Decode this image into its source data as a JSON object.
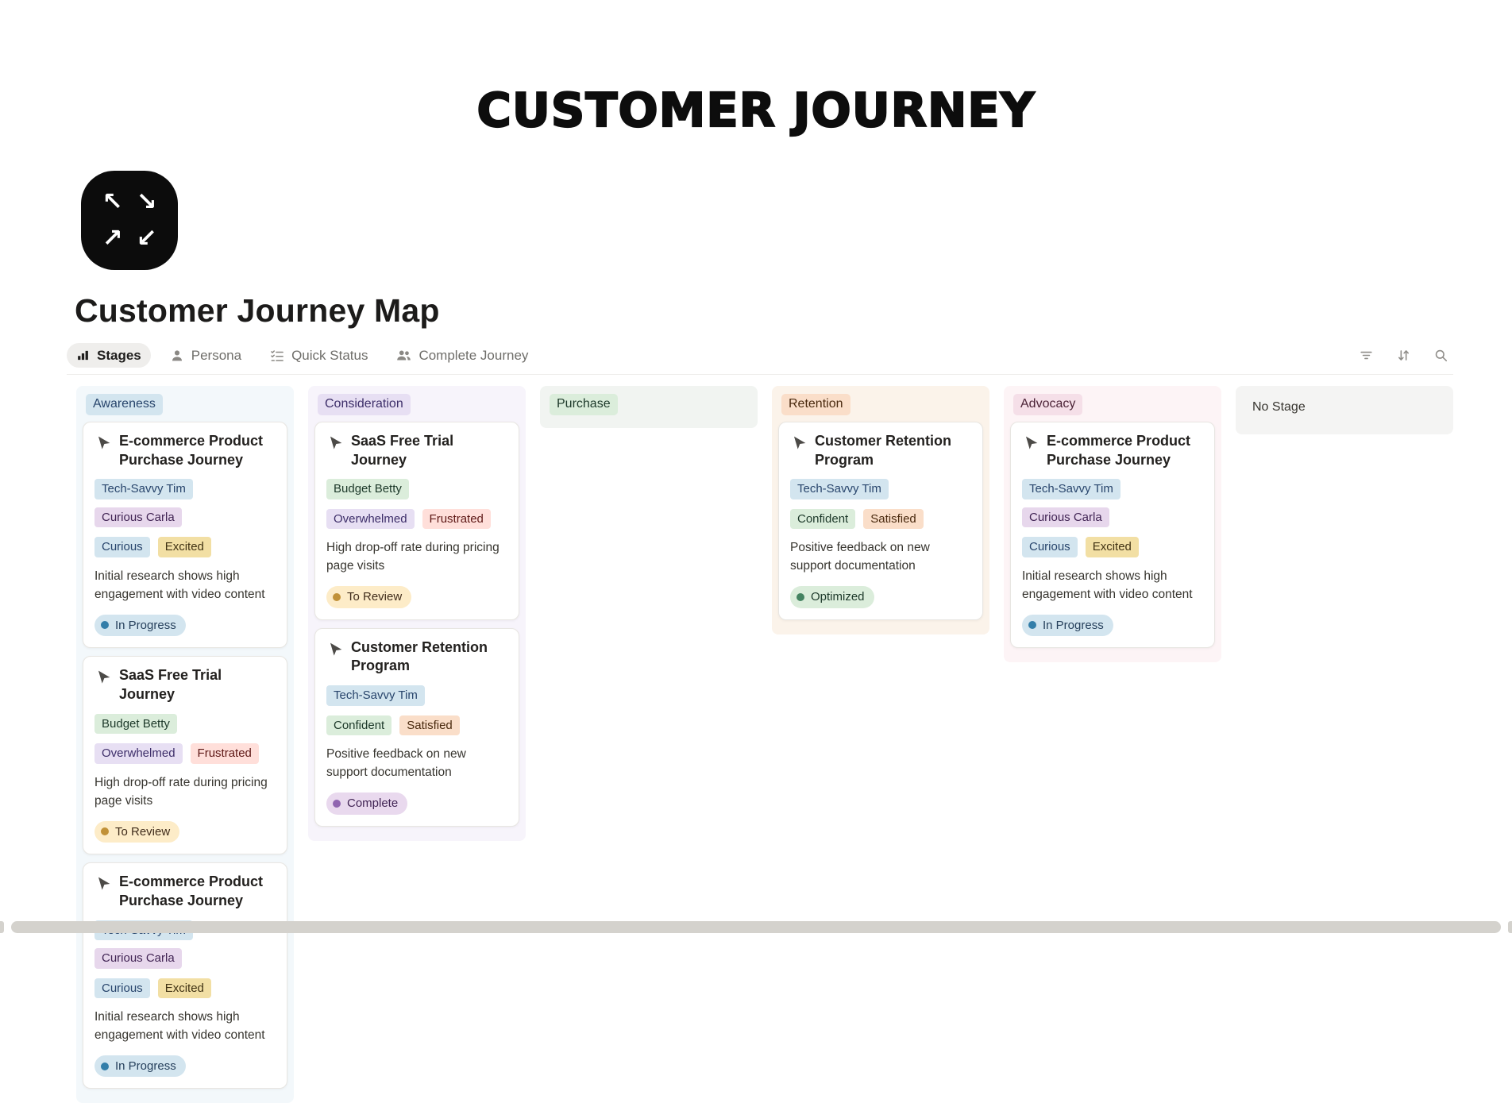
{
  "page": {
    "banner_title": "CUSTOMER JOURNEY",
    "title": "Customer Journey Map",
    "icon": {
      "arrows": [
        "↖",
        "↘",
        "↗",
        "↙"
      ]
    }
  },
  "toolbar": {
    "views": [
      {
        "label": "Stages",
        "icon": "stages-icon",
        "active": true
      },
      {
        "label": "Persona",
        "icon": "persona-icon",
        "active": false
      },
      {
        "label": "Quick Status",
        "icon": "quick-status-icon",
        "active": false
      },
      {
        "label": "Complete Journey",
        "icon": "complete-journey-icon",
        "active": false
      }
    ],
    "actions": [
      {
        "icon": "filter-icon"
      },
      {
        "icon": "sort-icon"
      },
      {
        "icon": "search-icon"
      }
    ]
  },
  "palette": {
    "tags": {
      "blue": {
        "bg": "#d3e5ef",
        "text": "#28456c"
      },
      "purple": {
        "bg": "#e7d7ec",
        "text": "#412454"
      },
      "violet": {
        "bg": "#e7dff3",
        "text": "#3d2e69"
      },
      "green": {
        "bg": "#dbeddb",
        "text": "#1c3829"
      },
      "gold": {
        "bg": "#f2dfa4",
        "text": "#403213"
      },
      "red": {
        "bg": "#ffdfda",
        "text": "#5d1715"
      },
      "orange": {
        "bg": "#fadec9",
        "text": "#49290e"
      },
      "pink": {
        "bg": "#f5dfe8",
        "text": "#4c2337"
      }
    },
    "status": {
      "blue": {
        "bg": "#d3e5ef",
        "dot": "#337ea9",
        "text": "#26405c"
      },
      "yellow": {
        "bg": "#fdecc8",
        "dot": "#c19138",
        "text": "#402c1b"
      },
      "purple": {
        "bg": "#e9d9ee",
        "dot": "#9065b0",
        "text": "#412454"
      },
      "green": {
        "bg": "#dbeddb",
        "dot": "#448361",
        "text": "#1c3829"
      }
    }
  },
  "board": {
    "columns": [
      {
        "name": "Awareness",
        "badge_color": "blue",
        "bg": "#f3f8fb",
        "cards": [
          {
            "title": "E-commerce Product Purchase Journey",
            "personas": [
              {
                "label": "Tech-Savvy Tim",
                "color": "blue"
              },
              {
                "label": "Curious Carla",
                "color": "purple"
              }
            ],
            "emotions": [
              {
                "label": "Curious",
                "color": "blue"
              },
              {
                "label": "Excited",
                "color": "gold"
              }
            ],
            "note": "Initial research shows high engagement with video content",
            "status": {
              "label": "In Progress",
              "color": "blue"
            }
          },
          {
            "title": "SaaS Free Trial Journey",
            "personas": [
              {
                "label": "Budget Betty",
                "color": "green"
              }
            ],
            "emotions": [
              {
                "label": "Overwhelmed",
                "color": "violet"
              },
              {
                "label": "Frustrated",
                "color": "red"
              }
            ],
            "note": "High drop-off rate during pricing page visits",
            "status": {
              "label": "To Review",
              "color": "yellow"
            }
          },
          {
            "title": "E-commerce Product Purchase Journey",
            "personas": [
              {
                "label": "Tech-Savvy Tim",
                "color": "blue"
              },
              {
                "label": "Curious Carla",
                "color": "purple"
              }
            ],
            "emotions": [
              {
                "label": "Curious",
                "color": "blue"
              },
              {
                "label": "Excited",
                "color": "gold"
              }
            ],
            "note": "Initial research shows high engagement with video content",
            "status": {
              "label": "In Progress",
              "color": "blue"
            }
          }
        ]
      },
      {
        "name": "Consideration",
        "badge_color": "violet",
        "bg": "#f7f4fb",
        "cards": [
          {
            "title": "SaaS Free Trial Journey",
            "personas": [
              {
                "label": "Budget Betty",
                "color": "green"
              }
            ],
            "emotions": [
              {
                "label": "Overwhelmed",
                "color": "violet"
              },
              {
                "label": "Frustrated",
                "color": "red"
              }
            ],
            "note": "High drop-off rate during pricing page visits",
            "status": {
              "label": "To Review",
              "color": "yellow"
            }
          },
          {
            "title": "Customer Retention Program",
            "personas": [
              {
                "label": "Tech-Savvy Tim",
                "color": "blue"
              }
            ],
            "emotions": [
              {
                "label": "Confident",
                "color": "green"
              },
              {
                "label": "Satisfied",
                "color": "orange"
              }
            ],
            "note": "Positive feedback on new support documentation",
            "status": {
              "label": "Complete",
              "color": "purple"
            }
          }
        ]
      },
      {
        "name": "Purchase",
        "badge_color": "green",
        "bg": "#f1f4f1",
        "cards": []
      },
      {
        "name": "Retention",
        "badge_color": "orange",
        "bg": "#fbf3ea",
        "cards": [
          {
            "title": "Customer Retention Program",
            "personas": [
              {
                "label": "Tech-Savvy Tim",
                "color": "blue"
              }
            ],
            "emotions": [
              {
                "label": "Confident",
                "color": "green"
              },
              {
                "label": "Satisfied",
                "color": "orange"
              }
            ],
            "note": "Positive feedback on new support documentation",
            "status": {
              "label": "Optimized",
              "color": "green"
            }
          }
        ]
      },
      {
        "name": "Advocacy",
        "badge_color": "pink",
        "bg": "#fdf4f6",
        "cards": [
          {
            "title": "E-commerce Product Purchase Journey",
            "personas": [
              {
                "label": "Tech-Savvy Tim",
                "color": "blue"
              },
              {
                "label": "Curious Carla",
                "color": "purple"
              }
            ],
            "emotions": [
              {
                "label": "Curious",
                "color": "blue"
              },
              {
                "label": "Excited",
                "color": "gold"
              }
            ],
            "note": "Initial research shows high engagement with video content",
            "status": {
              "label": "In Progress",
              "color": "blue"
            }
          }
        ]
      },
      {
        "name": "No Stage",
        "badge_color": null,
        "bg": "#f4f4f3",
        "cards": []
      }
    ]
  }
}
